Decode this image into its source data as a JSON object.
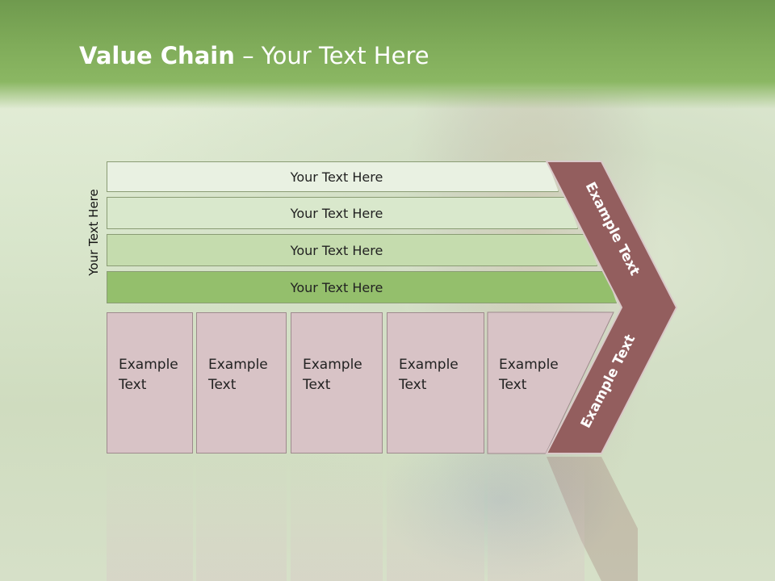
{
  "title": {
    "bold": "Value Chain",
    "rest": " – Your Text Here"
  },
  "side_label": "Your Text Here",
  "bars": [
    "Your Text Here",
    "Your Text Here",
    "Your Text Here",
    "Your Text Here"
  ],
  "boxes": [
    {
      "line1": "Example",
      "line2": "Text"
    },
    {
      "line1": "Example",
      "line2": "Text"
    },
    {
      "line1": "Example",
      "line2": "Text"
    },
    {
      "line1": "Example",
      "line2": "Text"
    },
    {
      "line1": "Example",
      "line2": "Text"
    }
  ],
  "chevron": {
    "upper_label": "Example Text",
    "lower_label": "Example Text"
  },
  "colors": {
    "header": "#7fab59",
    "chevron": "#935e5e",
    "box": "#d8c3c6",
    "bar_dark": "#94bf6c"
  }
}
